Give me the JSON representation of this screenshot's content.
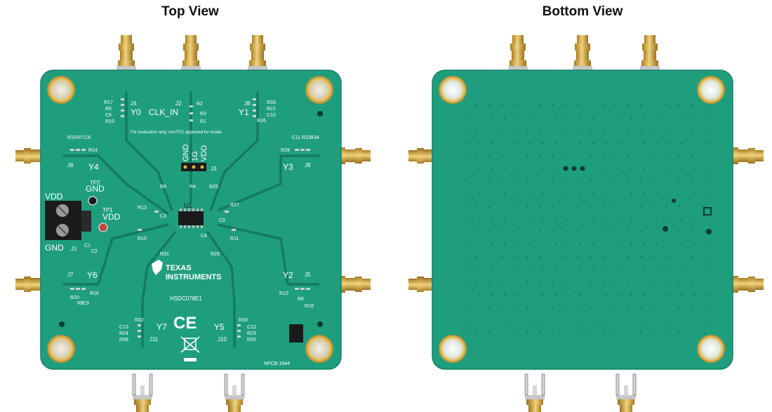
{
  "titles": {
    "top": "Top View",
    "bottom": "Bottom View"
  },
  "colors": {
    "pcb": "#1f9e7e",
    "pcb_edge": "#1a8a6d",
    "gold": "#d9b24a",
    "silkscreen": "#ffffff"
  },
  "top_board": {
    "outputs": {
      "y0": "Y0",
      "clk_in": "CLK_IN",
      "y1": "Y1",
      "y4": "Y4",
      "y3": "Y3",
      "y6": "Y6",
      "y2": "Y2",
      "y7": "Y7",
      "y5": "Y5"
    },
    "connectors": {
      "j4": "J4",
      "j2": "J2",
      "j8": "J8",
      "j6": "J6",
      "j9": "J9",
      "j7": "J7",
      "j5": "J5",
      "j11": "J11",
      "j10": "J10",
      "j1": "J1",
      "j3": "J3"
    },
    "header_labels": {
      "gnd": "GND",
      "ig": "1G",
      "vdd": "VDD"
    },
    "power": {
      "vdd": "VDD",
      "gnd": "GND",
      "tp1": "TP1",
      "tp2": "TP2",
      "tp1_vdd": "VDD",
      "tp2_gnd": "GND"
    },
    "notice": "For evaluation only; not FCC approved for resale.",
    "ic": "U1",
    "logo_line1": "TEXAS",
    "logo_line2": "INSTRUMENTS",
    "part_number": "HSDC078E1",
    "ce_mark": "CE",
    "npcb": "NPCB 1944",
    "component_labels": {
      "r17": "R17",
      "r5": "R5",
      "c6": "C6",
      "r10": "R10",
      "r2": "R2",
      "r3": "R3",
      "r1": "R1",
      "r33": "R33",
      "r21": "R21",
      "r26": "R26",
      "c10": "C10",
      "r19": "R19",
      "r7": "R7",
      "c8": "C8",
      "r14": "R14",
      "c11": "C11",
      "r22": "R22",
      "r34": "R34",
      "r28": "R28",
      "r8": "R8",
      "r4": "R4",
      "r25": "R25",
      "r13": "R13",
      "c3": "C3",
      "r27": "R27",
      "c5": "C5",
      "r15": "R15",
      "c1": "C1",
      "c2": "C2",
      "r11": "R11",
      "c4": "C4",
      "r31": "R31",
      "r29": "R29",
      "r20": "R20",
      "r6": "R6",
      "c9": "C9",
      "r16": "R16",
      "r12": "R12",
      "r6b": "R6",
      "r18": "R18",
      "c13": "C13",
      "r32": "R32",
      "r24": "R24",
      "r36": "R36",
      "r30": "R30",
      "c12": "C12",
      "r23": "R23",
      "r35": "R35"
    }
  }
}
